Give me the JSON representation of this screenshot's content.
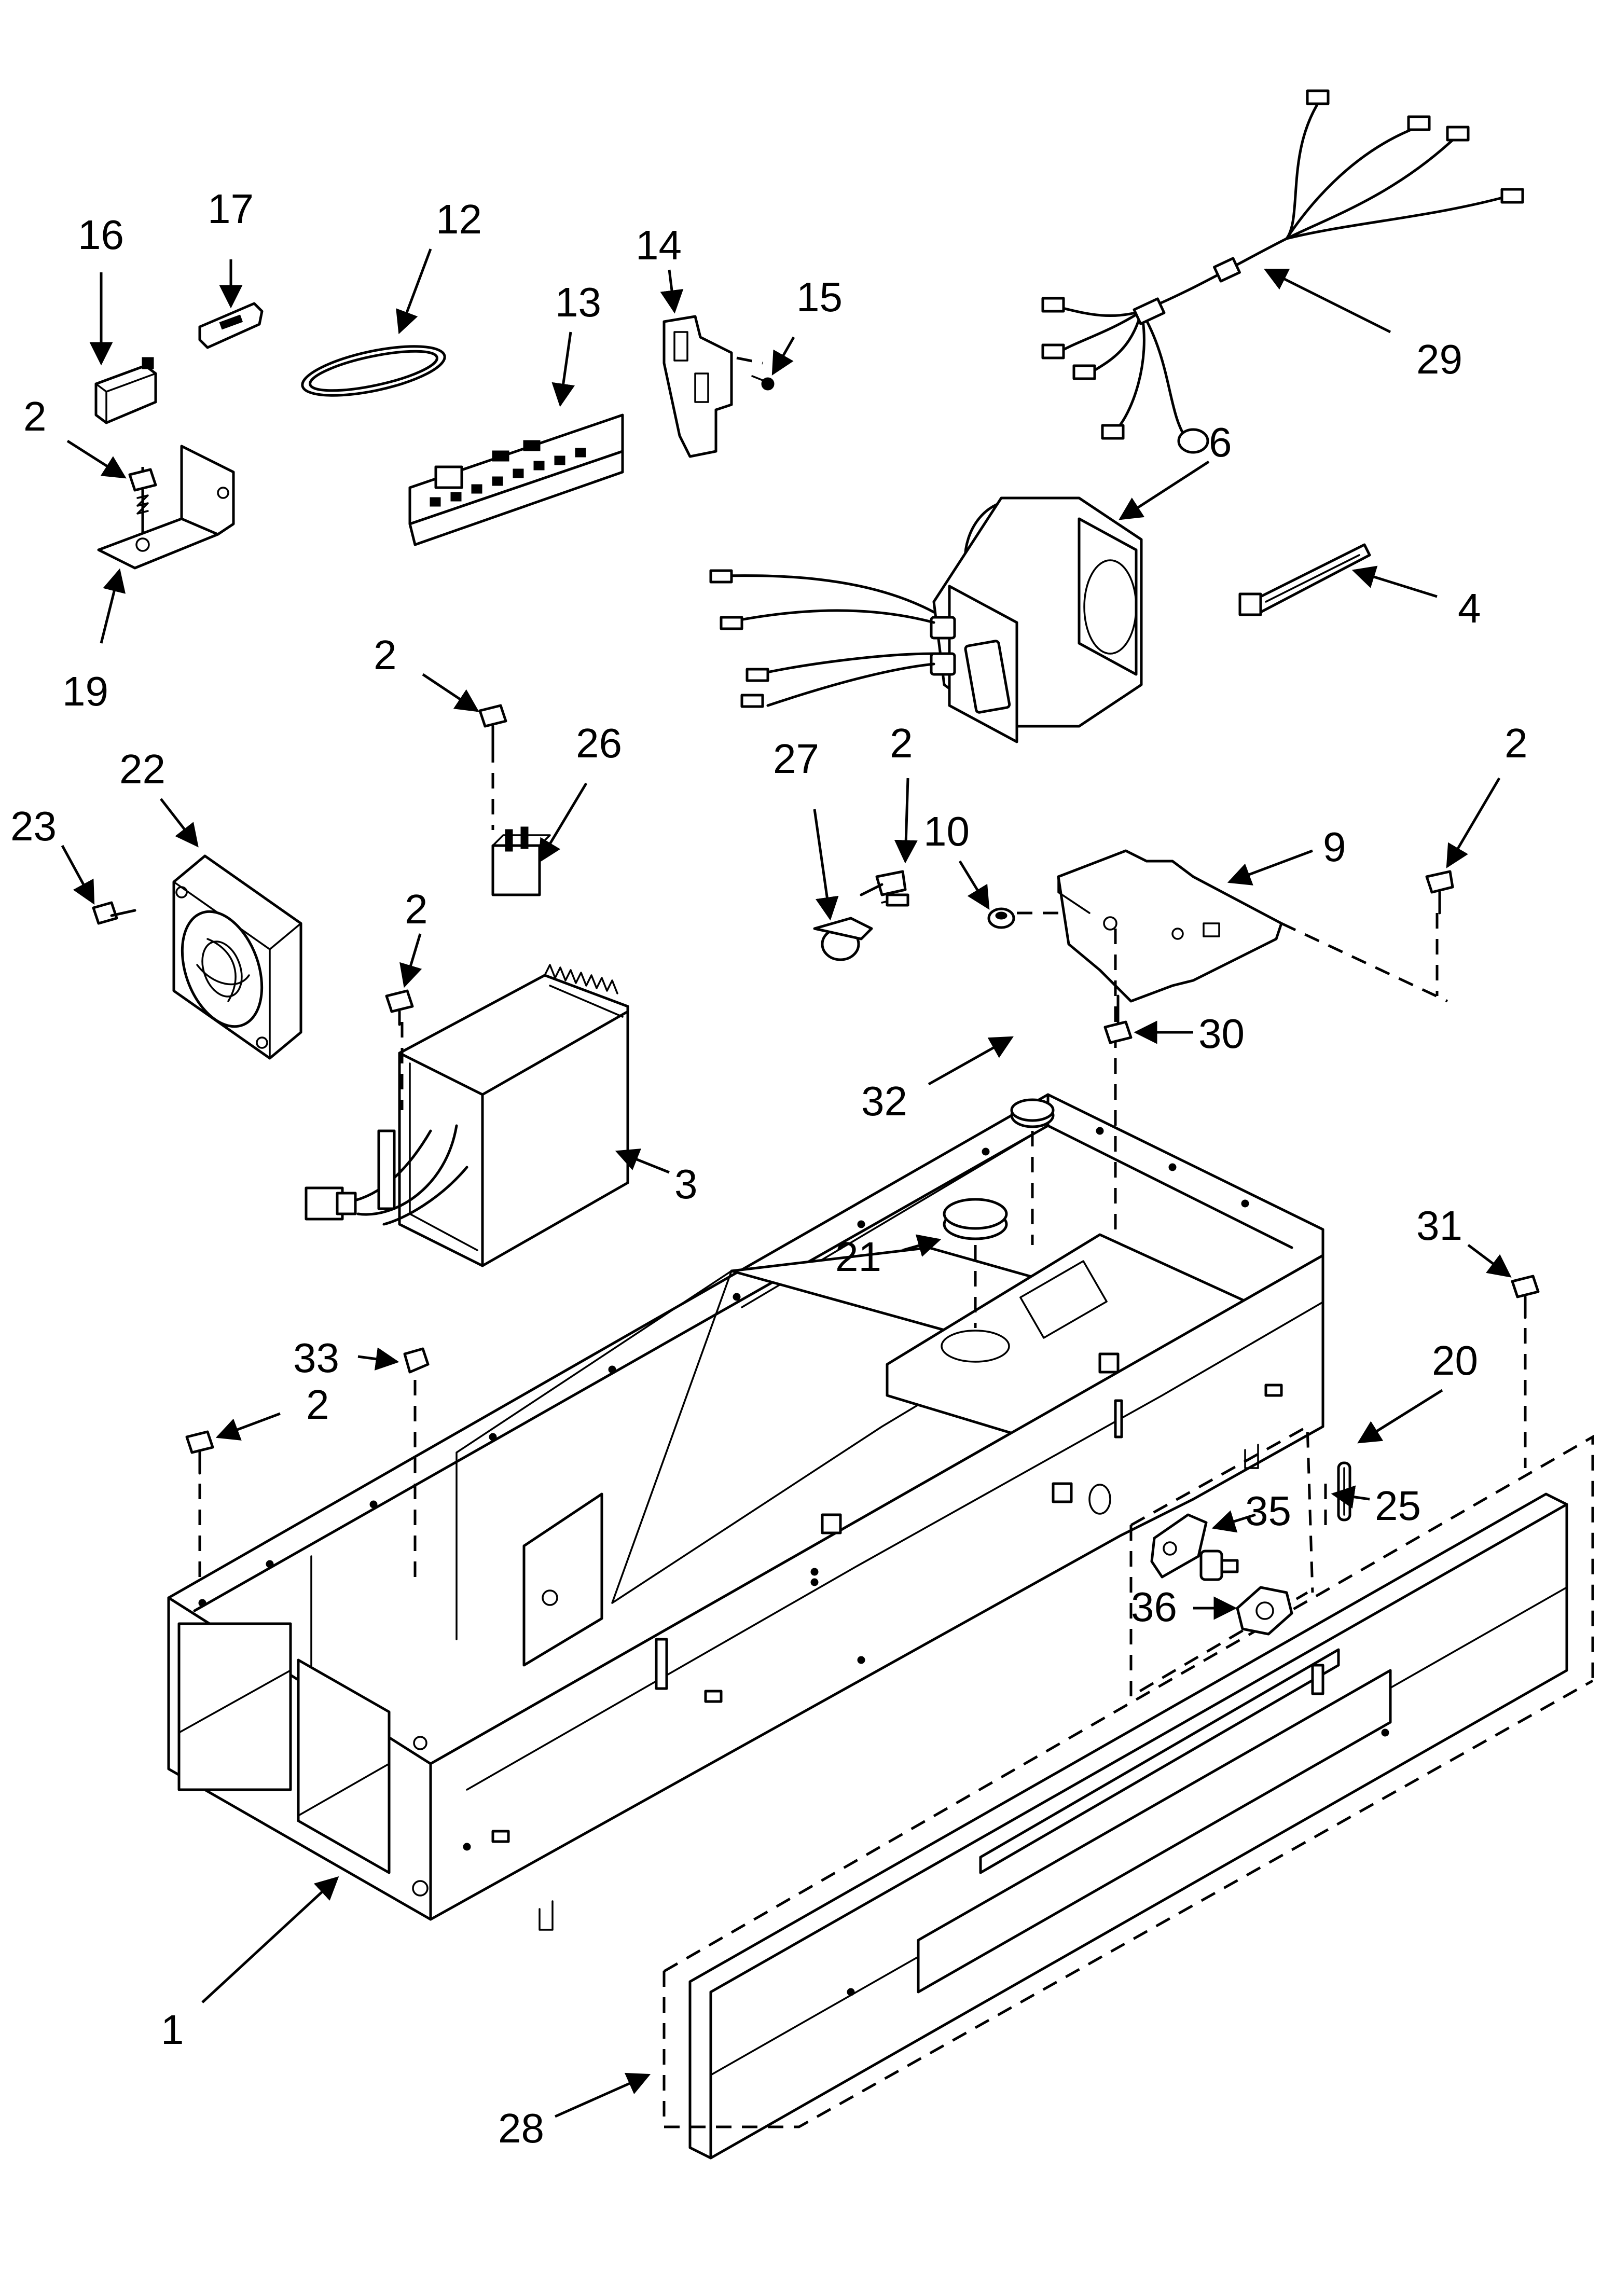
{
  "callouts": {
    "c1": "1",
    "c2a": "2",
    "c2b": "2",
    "c2c": "2",
    "c2d": "2",
    "c2e": "2",
    "c2f": "2",
    "c3": "3",
    "c4": "4",
    "c6": "6",
    "c9": "9",
    "c10": "10",
    "c12": "12",
    "c13": "13",
    "c14": "14",
    "c15": "15",
    "c16": "16",
    "c17": "17",
    "c19": "19",
    "c20": "20",
    "c21": "21",
    "c22": "22",
    "c23": "23",
    "c25": "25",
    "c26": "26",
    "c27": "27",
    "c28": "28",
    "c29": "29",
    "c30": "30",
    "c31": "31",
    "c32": "32",
    "c33": "33",
    "c35": "35",
    "c36": "36"
  }
}
